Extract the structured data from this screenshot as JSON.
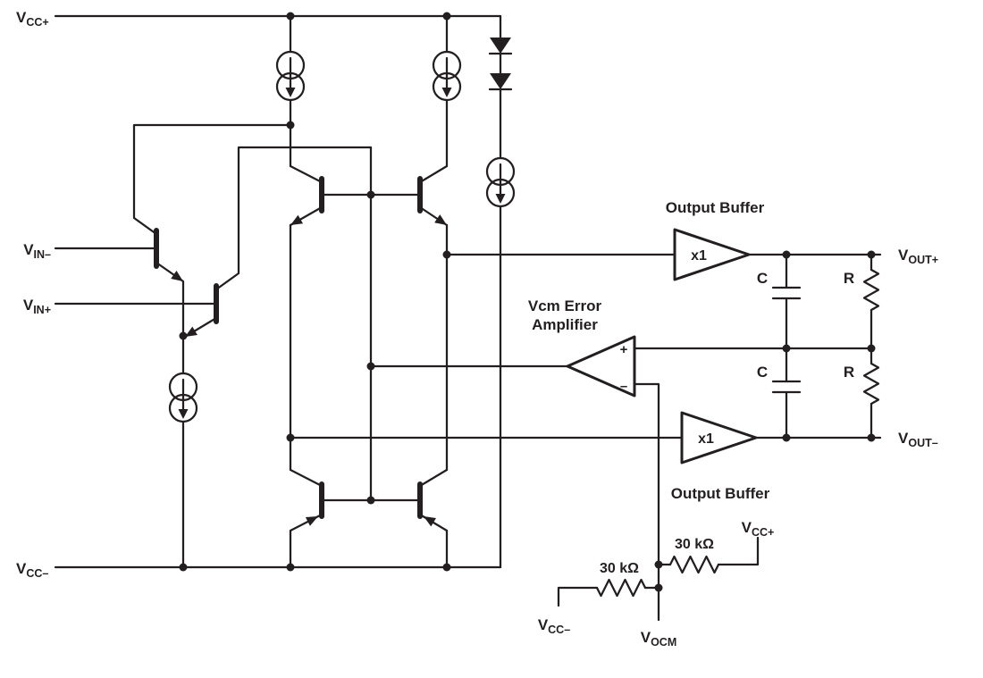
{
  "colors": {
    "ink": "#231f20",
    "background": "#ffffff"
  },
  "labels": {
    "vcc_plus_top": {
      "main": "V",
      "sub": "CC+"
    },
    "vin_minus": {
      "main": "V",
      "sub": "IN–"
    },
    "vin_plus": {
      "main": "V",
      "sub": "IN+"
    },
    "vcc_minus_bottom": {
      "main": "V",
      "sub": "CC–"
    },
    "vout_plus": {
      "main": "V",
      "sub": "OUT+"
    },
    "vout_minus": {
      "main": "V",
      "sub": "OUT–"
    },
    "vcc_plus_divider": {
      "main": "V",
      "sub": "CC+"
    },
    "vcc_minus_divider": {
      "main": "V",
      "sub": "CC–"
    },
    "vocm": {
      "main": "V",
      "sub": "OCM"
    }
  },
  "components": {
    "output_buffer_top": {
      "title": "Output Buffer",
      "gain": "x1"
    },
    "output_buffer_bottom": {
      "title": "Output Buffer",
      "gain": "x1"
    },
    "vcm_amplifier": {
      "title_line1": "Vcm Error",
      "title_line2": "Amplifier",
      "plus_sign": "+",
      "minus_sign": "–"
    },
    "rc_network": {
      "cap_top": "C",
      "res_top": "R",
      "cap_bottom": "C",
      "res_bottom": "R"
    },
    "vocm_divider": {
      "left_resistor": "30 kΩ",
      "right_resistor": "30 kΩ"
    }
  }
}
